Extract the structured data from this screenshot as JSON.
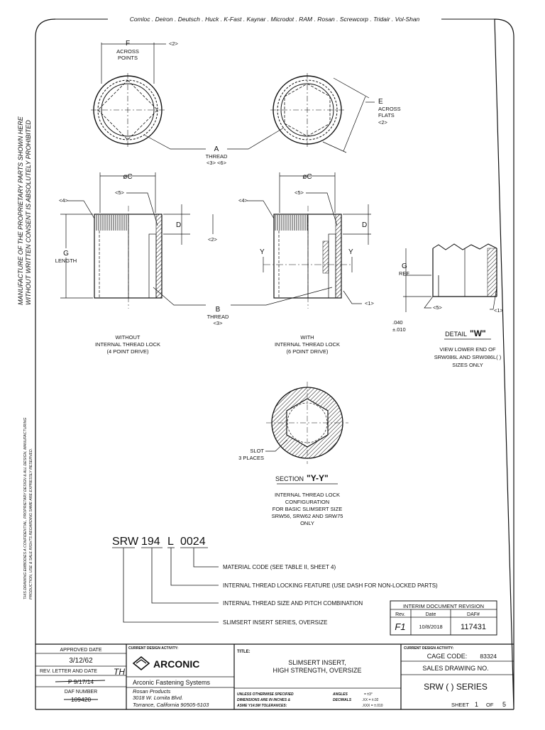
{
  "header": {
    "manufacturers": "Comloc . Deiron . Deutsch . Huck . K-Fast . Kaynar . Microdot . RAM . Rosan . Screwcorp . Tridair . Vol-Shan"
  },
  "side_notes": {
    "proprietary_1": "MANUFACTURE OF THE PROPRIETARY PARTS SHOWN HERE",
    "proprietary_2": "WITHOUT WRITTEN CONSENT IS ABSOLUTELY PROHIBITED",
    "confidential_1": "THIS DRAWING EMBODIES A CONFIDENTIAL, PROPRIETARY DESIGN & ALL DESIGN, MANUFACTURING",
    "confidential_2": "PRODUCTION, USE & SALE RIGHTS REGARDING SAME ARE EXPRESSLY RESERVED."
  },
  "top_views": {
    "f_label": "F",
    "across_points_1": "ACROSS",
    "across_points_2": "POINTS",
    "note_2": "<2>",
    "e_label": "E",
    "across_flats_1": "ACROSS",
    "across_flats_2": "FLATS",
    "note_e": "<2>",
    "a_label": "A",
    "a_thread": "THREAD",
    "a_notes": "<3> <6>"
  },
  "side_views": {
    "c_label": "øC",
    "note_4": "<4>",
    "note_5": "<5>",
    "d_label": "D",
    "note_2_mid": "<2>",
    "g_label": "G",
    "length": "LENGTH",
    "y_label": "Y",
    "b_label": "B",
    "b_thread": "THREAD",
    "b_note": "<3>",
    "note_1": "<1>",
    "left_caption_1": "WITHOUT",
    "left_caption_2": "INTERNAL THREAD LOCK",
    "left_caption_3": "(4 POINT DRIVE)",
    "right_caption_1": "WITH",
    "right_caption_2": "INTERNAL THREAD LOCK",
    "right_caption_3": "(6 POINT DRIVE)"
  },
  "detail_w": {
    "g_label": "G",
    "ref": "REF",
    "dim": ".040",
    "tol": "±.010",
    "note_5": "<5>",
    "note_1": "<1>",
    "title_prefix": "DETAIL",
    "title_key": "\"W\"",
    "desc_1": "VIEW LOWER END OF",
    "desc_2": "SRW086L AND SRW086L( )",
    "desc_3": "SIZES ONLY"
  },
  "section_yy": {
    "slot_1": "SLOT",
    "slot_2": "3 PLACES",
    "title_prefix": "SECTION",
    "title_key": "\"Y-Y\"",
    "desc_1": "INTERNAL THREAD LOCK",
    "desc_2": "CONFIGURATION",
    "desc_3": "FOR BASIC SLIMSERT SIZE",
    "desc_4": "SRW56, SRW62 AND SRW75",
    "desc_5": "ONLY"
  },
  "part_number": {
    "seg1": "SRW",
    "seg2": "194",
    "seg3": "L",
    "seg4": "0024",
    "callout_material": "MATERIAL CODE (SEE TABLE II, SHEET 4)",
    "callout_lock": "INTERNAL THREAD LOCKING FEATURE (USE DASH FOR NON-LOCKED PARTS)",
    "callout_thread": "INTERNAL THREAD SIZE AND PITCH COMBINATION",
    "callout_series": "SLIMSERT INSERT SERIES, OVERSIZE"
  },
  "revision": {
    "title": "INTERIM DOCUMENT REVISION",
    "col_rev": "Rev.",
    "col_date": "Date",
    "col_daf": "DAF#",
    "rev": "F1",
    "date": "10/8/2018",
    "daf": "117431"
  },
  "title_block": {
    "approved_label": "APPROVED DATE",
    "approved_value": "3/12/62",
    "rev_letter_label": "REV. LETTER AND DATE",
    "rev_initials": "TH",
    "rev_value": "P        9/17/14",
    "daf_label": "DAF NUMBER",
    "daf_value": "109420",
    "activity_label": "CURRENT DESIGN ACTIVITY:",
    "company": "ARCONIC",
    "division": "Arconic Fastening Systems",
    "addr_1": "Rosan Products",
    "addr_2": "3018 W. Lomita Blvd.",
    "addr_3": "Torrance, California  90505-5103",
    "title_label": "TITLE:",
    "title_1": "SLIMSERT INSERT,",
    "title_2": "HIGH STRENGTH, OVERSIZE",
    "tol_1": "UNLESS OTHERWISE SPECIFIED",
    "tol_2": "DIMENSIONS ARE IN INCHES &",
    "tol_3": "ASME Y14.5M  TOLERANCES:",
    "angles": "ANGLES",
    "angles_val": "= ±3°",
    "decimals": "DECIMALS",
    "dec_2": ".XX  = ±.02",
    "dec_3": ".XXX = ±.010",
    "right_activity": "CURRENT DESIGN ACTIVITY:",
    "cage_label": "CAGE CODE:",
    "cage_value": "83324",
    "sales_label": "SALES DRAWING NO.",
    "series": "SRW (  ) SERIES",
    "sheet_label": "SHEET",
    "sheet_num": "1",
    "of_label": "OF",
    "sheet_total": "5"
  }
}
